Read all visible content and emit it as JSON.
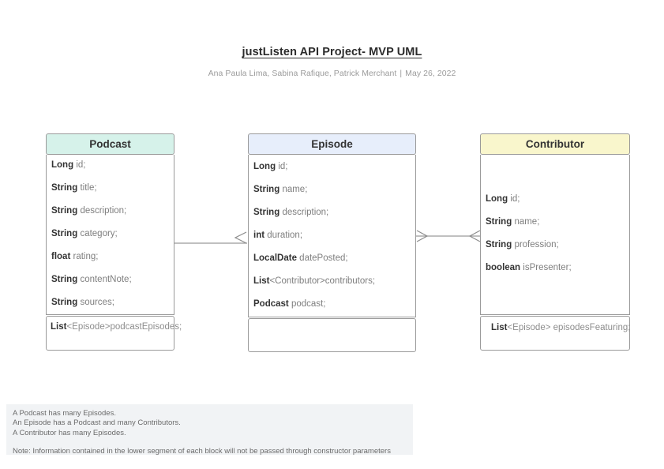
{
  "document": {
    "title": "justListen API Project- MVP UML",
    "authors": "Ana Paula Lima, Sabina Rafique, Patrick Merchant",
    "separator": "|",
    "date": "May 26, 2022"
  },
  "colors": {
    "podcast_header": "#d6f2ea",
    "episode_header": "#e7eefb",
    "contributor_header": "#f9f6cc",
    "border": "#9a9a9a",
    "connector": "#9a9a9a",
    "type_text": "#333333",
    "field_text": "#8d8d8d",
    "notes_background": "#f1f3f5"
  },
  "classes": [
    {
      "name": "Podcast",
      "attributes": [
        {
          "type": "Long",
          "field": "id;"
        },
        {
          "type": "String",
          "field": "title;"
        },
        {
          "type": "String",
          "field": "description;"
        },
        {
          "type": "String",
          "field": "category;"
        },
        {
          "type": "float",
          "field": "rating;"
        },
        {
          "type": "String",
          "field": "contentNote;"
        },
        {
          "type": "String",
          "field": "sources;"
        }
      ],
      "footer": [
        {
          "type": "List",
          "field": "<Episode>podcastEpisodes;"
        }
      ]
    },
    {
      "name": "Episode",
      "attributes": [
        {
          "type": "Long",
          "field": "id;"
        },
        {
          "type": "String",
          "field": "name;"
        },
        {
          "type": "String",
          "field": "description;"
        },
        {
          "type": "int",
          "field": "duration;"
        },
        {
          "type": "LocalDate",
          "field": "datePosted;"
        },
        {
          "type": "List",
          "field": "<Contributor>contributors;"
        },
        {
          "type": "Podcast",
          "field": "podcast;"
        }
      ],
      "footer": []
    },
    {
      "name": "Contributor",
      "attributes": [
        {
          "type": "Long",
          "field": "id;"
        },
        {
          "type": "String",
          "field": "name;"
        },
        {
          "type": "String",
          "field": "profession;"
        },
        {
          "type": "boolean",
          "field": "isPresenter;"
        }
      ],
      "footer": [
        {
          "type": "List",
          "field": "<Episode> episodesFeaturing;"
        }
      ]
    }
  ],
  "notes": {
    "relationships": [
      "A Podcast has many Episodes.",
      "An Episode has a Podcast and many Contributors.",
      "A Contributor has many Episodes."
    ],
    "footnote": "Note: Information contained in the lower segment of each block will not be passed through constructor parameters"
  }
}
